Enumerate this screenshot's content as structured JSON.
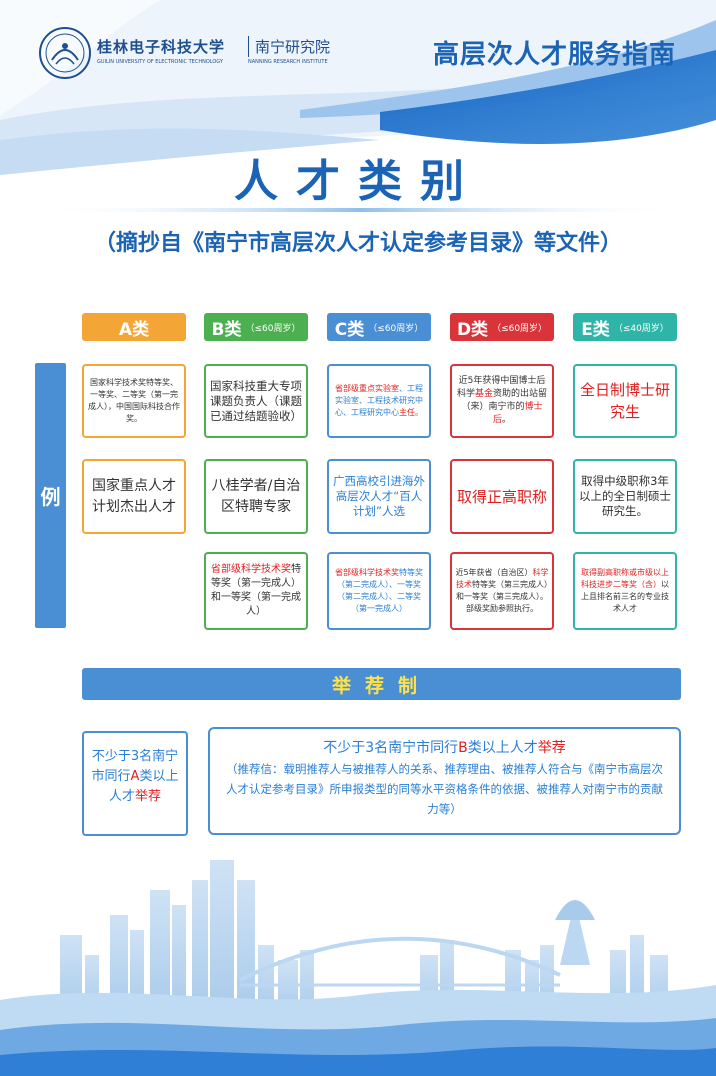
{
  "header": {
    "university_cn": "桂林电子科技大学",
    "institute_cn": "南宁研究院",
    "university_en": "GUILIN UNIVERSITY OF ELECTRONIC TECHNOLOGY",
    "institute_en": "NANNING RESEARCH INSTITUTE",
    "guide_title": "高层次人才服务指南"
  },
  "title": "人才类别",
  "subtitle": "（摘抄自《南宁市高层次人才认定参考目录》等文件）",
  "categories": [
    {
      "label": "A类",
      "age": "",
      "color": "#f3a635"
    },
    {
      "label": "B类",
      "age": "（≤60周岁）",
      "color": "#4caf50"
    },
    {
      "label": "C类",
      "age": "（≤60周岁）",
      "color": "#4a8fd3"
    },
    {
      "label": "D类",
      "age": "（≤60周岁）",
      "color": "#d9343a"
    },
    {
      "label": "E类",
      "age": "（≤40周岁）",
      "color": "#2eb5a8"
    }
  ],
  "example_label": "例",
  "examples": {
    "a1": "国家科学技术奖特等奖、一等奖、二等奖（第一完成人），中国国际科技合作奖。",
    "a2": "国家重点人才计划杰出人才",
    "b1": "国家科技重大专项课题负责人（课题已通过结题验收）",
    "b2": "八桂学者/自治区特聘专家",
    "b3_red": "省部级科学技术奖",
    "b3_rest": "特等奖（第一完成人）和一等奖（第一完成人）",
    "c1_red": "省部级重点实验室",
    "c1_mid": "、工程实验室、工程技术研究中心、工程研究中心",
    "c1_red2": "主任",
    "c1_end": "。",
    "c2": "广西高校引进海外高层次人才“百人计划”人选",
    "c3_red": "省部级科学技术奖",
    "c3_rest": "特等奖（第二完成人）、一等奖（第二完成人）、二等奖（第一完成人）",
    "d1_a": "近5年获得中国博士后科学",
    "d1_red": "基金",
    "d1_b": "资助的出站留（来）南宁市的",
    "d1_red2": "博士后",
    "d1_end": "。",
    "d2": "取得正高职称",
    "d3_a": "近5年获省（自治区）",
    "d3_red": "科学技术",
    "d3_b": "特等奖（第三完成人）和一等奖（第三完成人）。部级奖励参照执行。",
    "e1": "全日制博士研究生",
    "e2": "取得中级职称3年以上的全日制硕士研究生。",
    "e3_red": "取得副高职称或市级以上科技进步二等奖（含）",
    "e3_rest": "以上且排名前三名的专业技术人才"
  },
  "recommend": {
    "bar_label": "举荐制",
    "left_a": "不少于3名南宁市同行",
    "left_letter": "A",
    "left_b": "类以上人才",
    "left_red": "举荐",
    "right_a": "不少于3名南宁市同行",
    "right_letter": "B",
    "right_b": "类以上人才",
    "right_red": "举荐",
    "note": "（推荐信：载明推荐人与被推荐人的关系、推荐理由、被推荐人符合与《南宁市高层次人才认定参考目录》所申报类型的同等水平资格条件的依据、被推荐人对南宁市的贡献力等）"
  }
}
